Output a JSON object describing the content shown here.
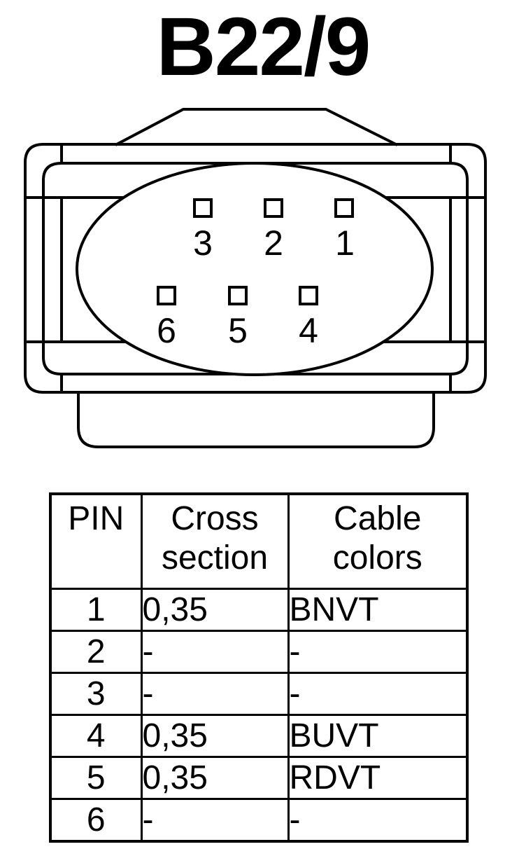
{
  "title": "B22/9",
  "connector": {
    "pins_top": [
      "3",
      "2",
      "1"
    ],
    "pins_bottom": [
      "6",
      "5",
      "4"
    ]
  },
  "table": {
    "headers": {
      "pin": "PIN",
      "cross_section": "Cross\nsection",
      "cable_colors": "Cable\ncolors"
    },
    "rows": [
      {
        "pin": "1",
        "cross_section": "0,35",
        "color": "BNVT"
      },
      {
        "pin": "2",
        "cross_section": "-",
        "color": "-"
      },
      {
        "pin": "3",
        "cross_section": "-",
        "color": "-"
      },
      {
        "pin": "4",
        "cross_section": "0,35",
        "color": "BUVT"
      },
      {
        "pin": "5",
        "cross_section": "0,35",
        "color": "RDVT"
      },
      {
        "pin": "6",
        "cross_section": "-",
        "color": "-"
      }
    ]
  }
}
